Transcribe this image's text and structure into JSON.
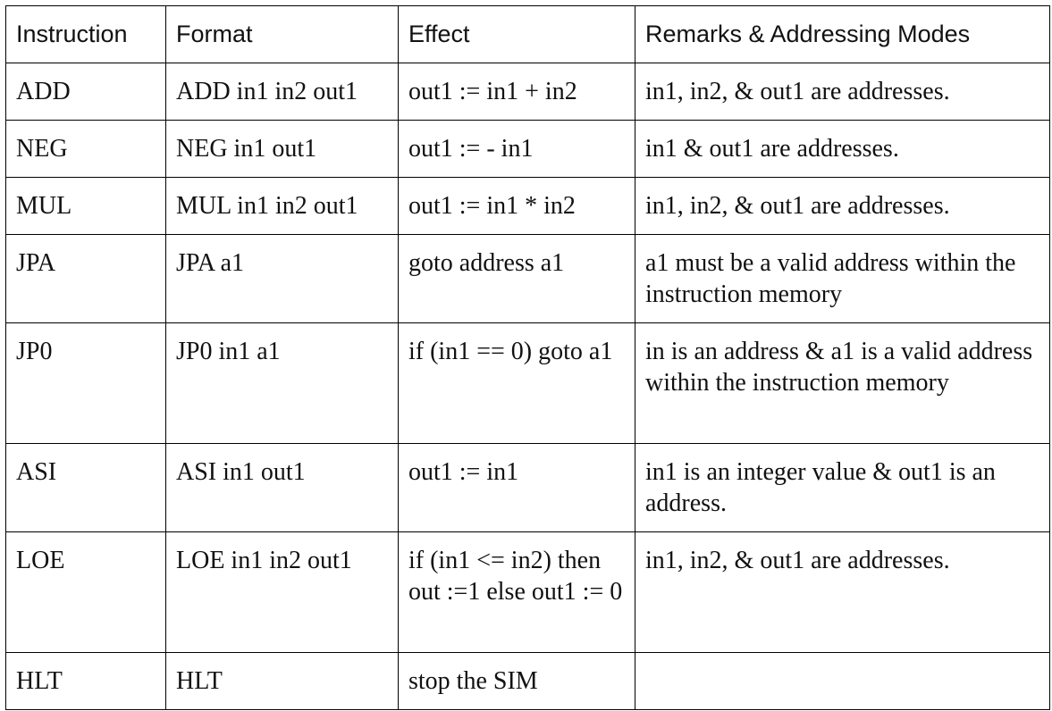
{
  "table": {
    "headers": [
      "Instruction",
      "Format",
      "Effect",
      "Remarks & Addressing Modes"
    ],
    "rows": [
      [
        "ADD",
        "ADD in1 in2 out1",
        "out1 := in1 + in2",
        "in1, in2, & out1 are addresses."
      ],
      [
        "NEG",
        "NEG in1 out1",
        "out1 := - in1",
        "in1 & out1 are addresses."
      ],
      [
        "MUL",
        "MUL in1 in2 out1",
        "out1 := in1 * in2",
        "in1, in2, & out1 are addresses."
      ],
      [
        "JPA",
        "JPA a1",
        "goto address a1",
        "a1 must be a valid address within the instruction memory"
      ],
      [
        "JP0",
        "JP0 in1 a1",
        "if (in1 == 0) goto a1",
        "in is an address & a1 is a valid address within the instruction memory"
      ],
      [
        "ASI",
        "ASI in1 out1",
        "out1 := in1",
        "in1 is an integer value & out1 is an address."
      ],
      [
        "LOE",
        "LOE in1 in2 out1",
        "if (in1 <= in2) then out :=1 else out1 := 0",
        "in1, in2, & out1 are addresses."
      ],
      [
        "HLT",
        "HLT",
        "stop the SIM",
        ""
      ]
    ]
  }
}
